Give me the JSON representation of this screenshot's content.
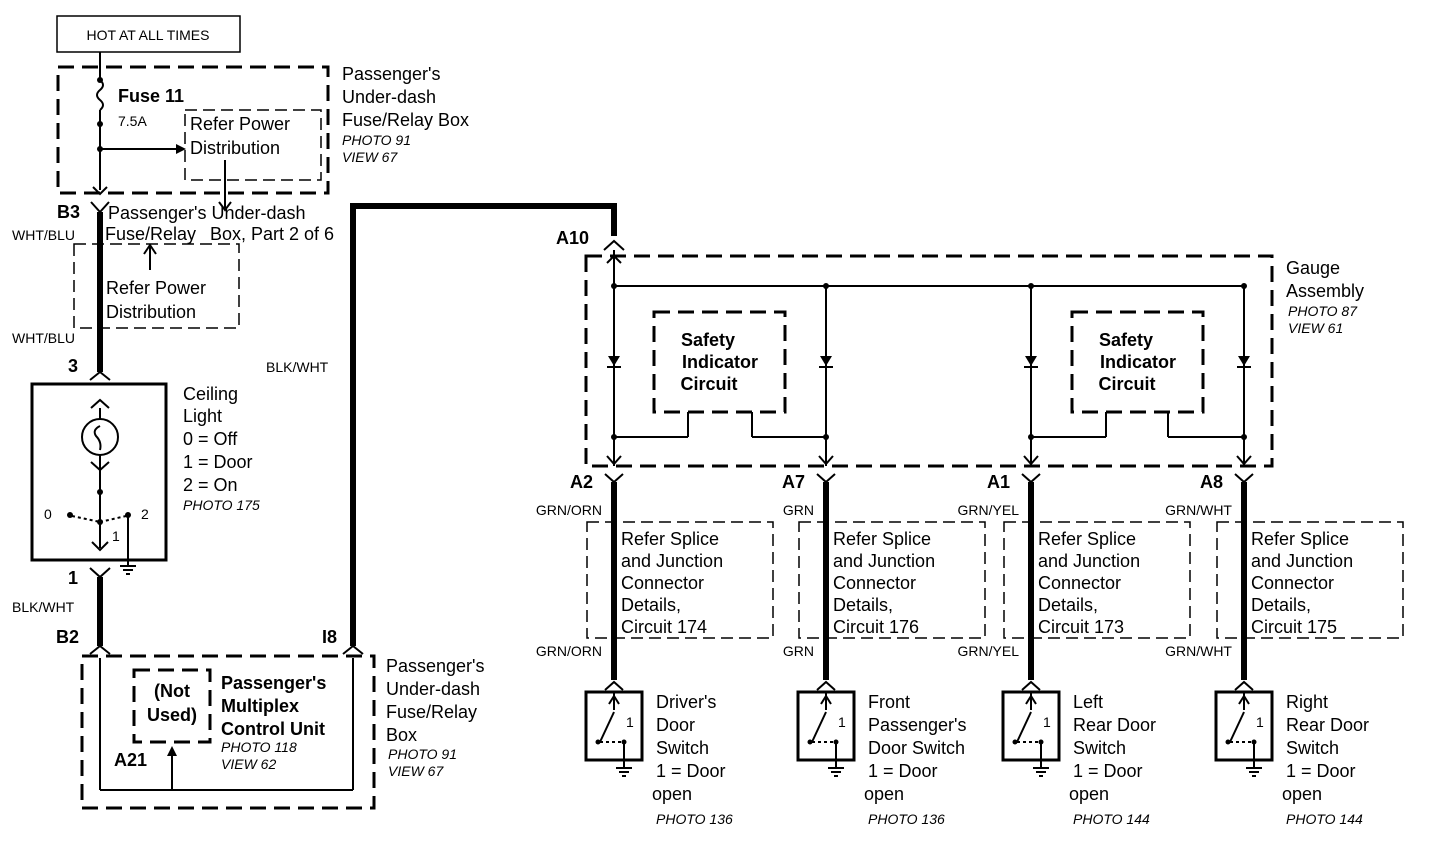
{
  "power": {
    "hot_label": "HOT AT ALL TIMES",
    "fuse_name": "Fuse 11",
    "fuse_rating": "7.5A",
    "refer1": "Refer Power",
    "refer2": "Distribution",
    "box_title": [
      "Passenger's",
      "Under-dash",
      "Fuse/Relay Box"
    ],
    "photo": "PHOTO 91",
    "view": "VIEW 67",
    "pin_b3": "B3",
    "part_text_1": "Passenger's Under-dash",
    "part_text_2": "Fuse/Relay",
    "part_text_3": "Box, Part 2 of 6",
    "wire_top": "WHT/BLU",
    "wire_bottom": "WHT/BLU",
    "refer_mid_1": "Refer Power",
    "refer_mid_2": "Distribution"
  },
  "ceiling": {
    "pin_top": "3",
    "title": [
      "Ceiling",
      "Light"
    ],
    "modes": [
      "0 = Off",
      "1 = Door",
      "2 = On"
    ],
    "photo": "PHOTO 175",
    "pos0": "0",
    "pos1": "1",
    "pos2": "2",
    "pin_bottom": "1",
    "wire": "BLK/WHT"
  },
  "multiplex": {
    "pin_b2": "B2",
    "pin_i8": "I8",
    "not_used_1": "(Not",
    "not_used_2": "Used)",
    "pin_a21": "A21",
    "unit_name": [
      "Passenger's",
      "Multiplex",
      "Control Unit"
    ],
    "unit_photo": "PHOTO 118",
    "unit_view": "VIEW 62",
    "box_title": [
      "Passenger's",
      "Under-dash",
      "Fuse/Relay",
      "Box"
    ],
    "box_photo": "PHOTO 91",
    "box_view": "VIEW 67",
    "wire_vertical": "BLK/WHT"
  },
  "gauge": {
    "pin_a10": "A10",
    "title": [
      "Gauge",
      "Assembly"
    ],
    "photo": "PHOTO 87",
    "view": "VIEW 61",
    "circuit_left": [
      "Safety",
      "Indicator",
      "Circuit"
    ],
    "circuit_right": [
      "Safety",
      "Indicator",
      "Circuit"
    ]
  },
  "channels": [
    {
      "pin": "A2",
      "wire": "GRN/ORN",
      "wire2": "GRN/ORN",
      "refer": [
        "Refer Splice",
        "and Junction",
        "Connector",
        "Details,",
        "Circuit 174"
      ],
      "switch_name": [
        "Driver's",
        "Door",
        "Switch",
        "1 = Door",
        "open"
      ],
      "photo": "PHOTO 136"
    },
    {
      "pin": "A7",
      "wire": "GRN",
      "wire2": "GRN",
      "refer": [
        "Refer Splice",
        "and Junction",
        "Connector",
        "Details,",
        "Circuit 176"
      ],
      "switch_name": [
        "Front",
        "Passenger's",
        "Door Switch",
        "1 = Door",
        "open"
      ],
      "photo": "PHOTO 136"
    },
    {
      "pin": "A1",
      "wire": "GRN/YEL",
      "wire2": "GRN/YEL",
      "refer": [
        "Refer Splice",
        "and Junction",
        "Connector",
        "Details,",
        "Circuit 173"
      ],
      "switch_name": [
        "Left",
        "Rear Door",
        "Switch",
        "1 = Door",
        "open"
      ],
      "photo": "PHOTO 144"
    },
    {
      "pin": "A8",
      "wire": "GRN/WHT",
      "wire2": "GRN/WHT",
      "refer": [
        "Refer Splice",
        "and Junction",
        "Connector",
        "Details,",
        "Circuit 175"
      ],
      "switch_name": [
        "Right",
        "Rear Door",
        "Switch",
        "1 = Door",
        "open"
      ],
      "photo": "PHOTO 144"
    }
  ]
}
